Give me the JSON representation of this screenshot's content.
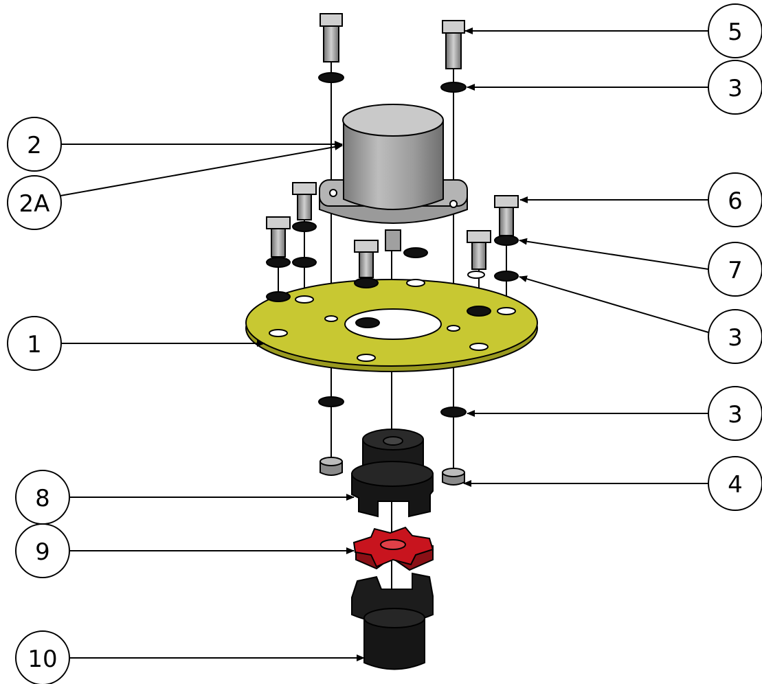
{
  "callouts": {
    "c1": "1",
    "c2": "2",
    "c2a": "2A",
    "c3a": "3",
    "c3b": "3",
    "c3c": "3",
    "c4": "4",
    "c5": "5",
    "c6": "6",
    "c7": "7",
    "c8": "8",
    "c9": "9",
    "c10": "10"
  },
  "colors": {
    "plate": "#c8c832",
    "motor": "#a9a9a9",
    "spider": "#c8141e",
    "hub": "#141414",
    "hardware": "#8a8a8a"
  }
}
